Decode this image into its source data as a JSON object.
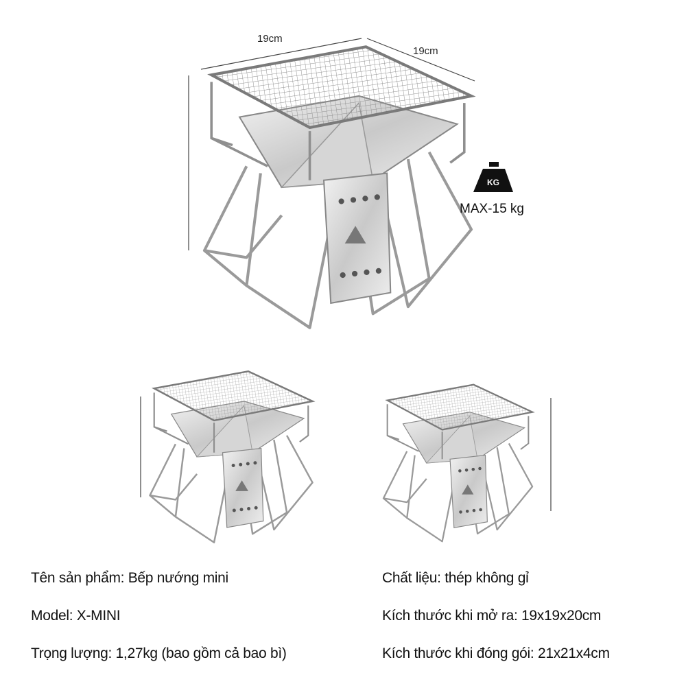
{
  "dimensions": {
    "width": "19cm",
    "depth": "19cm"
  },
  "weight_badge": {
    "icon": "kg-weight-icon",
    "icon_text": "KG",
    "label": "MAX-15 kg"
  },
  "specs": {
    "left": [
      "Tên sản phẩm: Bếp nướng mini",
      "Model: X-MINI",
      "Trọng lượng: 1,27kg (bao gồm cả bao bì)"
    ],
    "right": [
      "Chất liệu: thép không gỉ",
      "Kích thước khi mở ra: 19x19x20cm",
      "Kích thước khi đóng gói: 21x21x4cm"
    ]
  },
  "colors": {
    "steel": "#b8b8b8",
    "steel_dark": "#7a7a7a",
    "text": "#111111"
  }
}
